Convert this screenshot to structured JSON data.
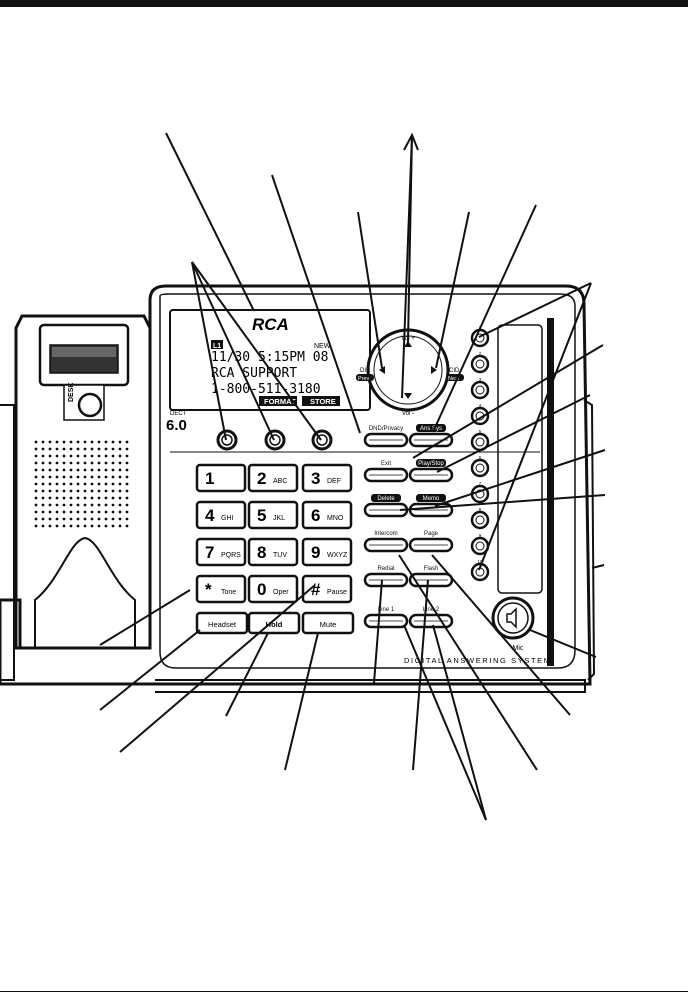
{
  "brand": "RCA",
  "dect": {
    "small": "DECT",
    "big": "6.0"
  },
  "desk_label": "DESK",
  "display": {
    "line_tag": "L1",
    "new_tag": "NEW",
    "row1": "11/30  5:15PM 08",
    "row2": "RCA SUPPORT",
    "row3": "1-800-511-3180",
    "soft_left": "FORMAT",
    "soft_right": "STORE"
  },
  "nav": {
    "vol_up": "Vol +",
    "vol_down": "Vol -",
    "dir_top": "DIR",
    "dir_bottom": "Prev",
    "cid_top": "CID",
    "cid_bottom": "Next"
  },
  "function_keys": {
    "dnd": "DND/Privacy",
    "ans": "Ans Sys",
    "exit": "Exit",
    "play": "Play/Stop",
    "delete": "Delete",
    "memo": "Memo",
    "intercom": "Intercom",
    "page": "Page",
    "redial": "Redial",
    "flash": "Flash",
    "line1": "Line 1",
    "line2": "Line 2"
  },
  "keypad": [
    {
      "digit": "1",
      "letters": ""
    },
    {
      "digit": "2",
      "letters": "ABC"
    },
    {
      "digit": "3",
      "letters": "DEF"
    },
    {
      "digit": "4",
      "letters": "GHI"
    },
    {
      "digit": "5",
      "letters": "JKL"
    },
    {
      "digit": "6",
      "letters": "MNO"
    },
    {
      "digit": "7",
      "letters": "PQRS"
    },
    {
      "digit": "8",
      "letters": "TUV"
    },
    {
      "digit": "9",
      "letters": "WXYZ"
    },
    {
      "digit": "*",
      "letters": "Tone"
    },
    {
      "digit": "0",
      "letters": "Oper"
    },
    {
      "digit": "#",
      "letters": "Pause"
    }
  ],
  "bottom_keys": {
    "headset": "Headset",
    "hold": "Hold",
    "mute": "Mute"
  },
  "memory_keys": [
    "1",
    "2",
    "3",
    "4",
    "5",
    "6",
    "7",
    "8",
    "9",
    "10"
  ],
  "mic_label": "Mic",
  "footer_text": "DIGITAL ANSWERING SYSTEM"
}
